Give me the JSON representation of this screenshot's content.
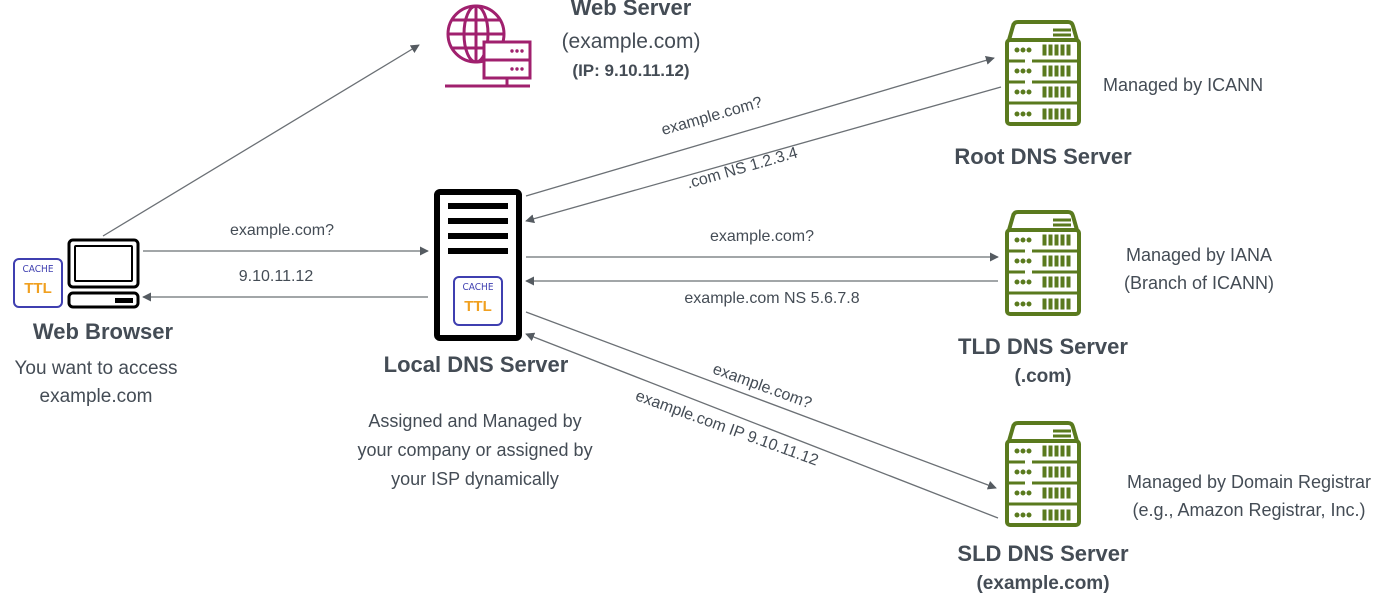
{
  "colors": {
    "arrow": "#555b61",
    "text": "#444c55",
    "web_server_icon": "#a0206e",
    "dns_server_icon": "#5a7a1e",
    "cache_border": "#3f3fb0",
    "ttl_text": "#f0a020",
    "local_server_outline": "#000000"
  },
  "nodes": {
    "web_browser": {
      "icon": "computer-icon",
      "title": "Web Browser",
      "note_lines": [
        "You want to access",
        "example.com"
      ],
      "cache": {
        "label": "CACHE",
        "ttl": "TTL"
      }
    },
    "web_server": {
      "icon": "web-server-globe-icon",
      "title": "Web Server",
      "domain": "(example.com)",
      "ip": "(IP: 9.10.11.12)"
    },
    "local_dns": {
      "icon": "local-server-icon",
      "title": "Local DNS Server",
      "note_lines": [
        "Assigned and Managed by",
        "your company or assigned by",
        "your ISP dynamically"
      ],
      "cache": {
        "label": "CACHE",
        "ttl": "TTL"
      }
    },
    "root_dns": {
      "icon": "dns-server-rack-icon",
      "title": "Root DNS Server",
      "managed_lines": [
        "Managed by ICANN"
      ]
    },
    "tld_dns": {
      "icon": "dns-server-rack-icon",
      "title": "TLD DNS Server",
      "subtitle": "(.com)",
      "managed_lines": [
        "Managed by IANA",
        "(Branch of ICANN)"
      ]
    },
    "sld_dns": {
      "icon": "dns-server-rack-icon",
      "title": "SLD DNS Server",
      "subtitle": "(example.com)",
      "managed_lines": [
        "Managed by Domain Registrar",
        "(e.g., Amazon Registrar, Inc.)"
      ]
    }
  },
  "edges": [
    {
      "from": "web_browser",
      "to": "web_server",
      "label": ""
    },
    {
      "from": "web_browser",
      "to": "local_dns",
      "label": "example.com?"
    },
    {
      "from": "local_dns",
      "to": "web_browser",
      "label": "9.10.11.12"
    },
    {
      "from": "local_dns",
      "to": "root_dns",
      "label": "example.com?"
    },
    {
      "from": "root_dns",
      "to": "local_dns",
      "label": ".com NS 1.2.3.4"
    },
    {
      "from": "local_dns",
      "to": "tld_dns",
      "label": "example.com?"
    },
    {
      "from": "tld_dns",
      "to": "local_dns",
      "label": "example.com NS 5.6.7.8"
    },
    {
      "from": "local_dns",
      "to": "sld_dns",
      "label": "example.com?"
    },
    {
      "from": "sld_dns",
      "to": "local_dns",
      "label": "example.com IP 9.10.11.12"
    }
  ]
}
